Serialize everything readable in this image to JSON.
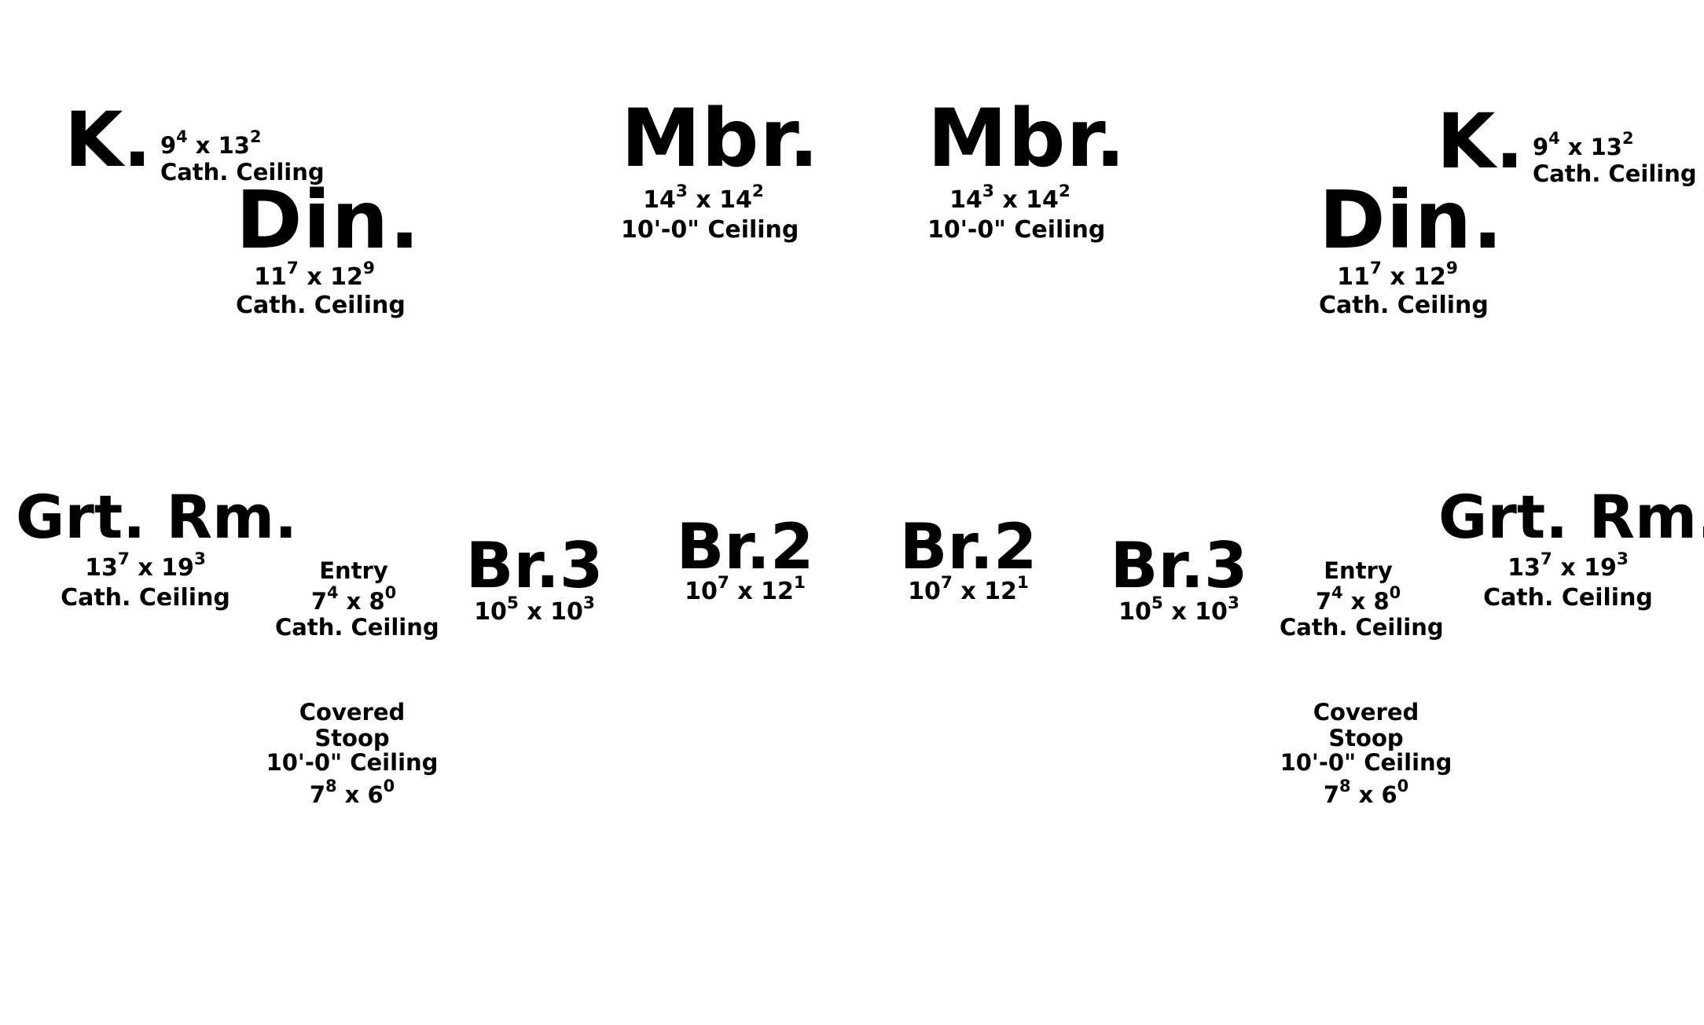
{
  "rooms": [
    {
      "id": "kitchen-left",
      "name": "K.",
      "w": "9",
      "wf": "4",
      "h": "13",
      "hf": "2",
      "note": "Cath. Ceiling"
    },
    {
      "id": "dining-left",
      "name": "Din.",
      "w": "11",
      "wf": "7",
      "h": "12",
      "hf": "9",
      "note": "Cath. Ceiling"
    },
    {
      "id": "master-left",
      "name": "Mbr.",
      "w": "14",
      "wf": "3",
      "h": "14",
      "hf": "2",
      "note": "10'-0\" Ceiling"
    },
    {
      "id": "master-right",
      "name": "Mbr.",
      "w": "14",
      "wf": "3",
      "h": "14",
      "hf": "2",
      "note": "10'-0\" Ceiling"
    },
    {
      "id": "kitchen-right",
      "name": "K.",
      "w": "9",
      "wf": "4",
      "h": "13",
      "hf": "2",
      "note": "Cath. Ceiling"
    },
    {
      "id": "dining-right",
      "name": "Din.",
      "w": "11",
      "wf": "7",
      "h": "12",
      "hf": "9",
      "note": "Cath. Ceiling"
    },
    {
      "id": "great-room-left",
      "name": "Grt. Rm.",
      "w": "13",
      "wf": "7",
      "h": "19",
      "hf": "3",
      "note": "Cath. Ceiling"
    },
    {
      "id": "entry-left",
      "name": "Entry",
      "w": "7",
      "wf": "4",
      "h": "8",
      "hf": "0",
      "note": "Cath. Ceiling"
    },
    {
      "id": "bedroom3-left",
      "name": "Br.3",
      "w": "10",
      "wf": "5",
      "h": "10",
      "hf": "3",
      "note": ""
    },
    {
      "id": "bedroom2-left",
      "name": "Br.2",
      "w": "10",
      "wf": "7",
      "h": "12",
      "hf": "1",
      "note": ""
    },
    {
      "id": "bedroom2-right",
      "name": "Br.2",
      "w": "10",
      "wf": "7",
      "h": "12",
      "hf": "1",
      "note": ""
    },
    {
      "id": "bedroom3-right",
      "name": "Br.3",
      "w": "10",
      "wf": "5",
      "h": "10",
      "hf": "3",
      "note": ""
    },
    {
      "id": "entry-right",
      "name": "Entry",
      "w": "7",
      "wf": "4",
      "h": "8",
      "hf": "0",
      "note": "Cath. Ceiling"
    },
    {
      "id": "great-room-right",
      "name": "Grt. Rm.",
      "w": "13",
      "wf": "7",
      "h": "19",
      "hf": "3",
      "note": "Cath. Ceiling"
    },
    {
      "id": "stoop-left",
      "name1": "Covered",
      "name2": "Stoop",
      "note": "10'-0\" Ceiling",
      "w": "7",
      "wf": "8",
      "h": "6",
      "hf": "0"
    },
    {
      "id": "stoop-right",
      "name1": "Covered",
      "name2": "Stoop",
      "note": "10'-0\" Ceiling",
      "w": "7",
      "wf": "8",
      "h": "6",
      "hf": "0"
    }
  ]
}
